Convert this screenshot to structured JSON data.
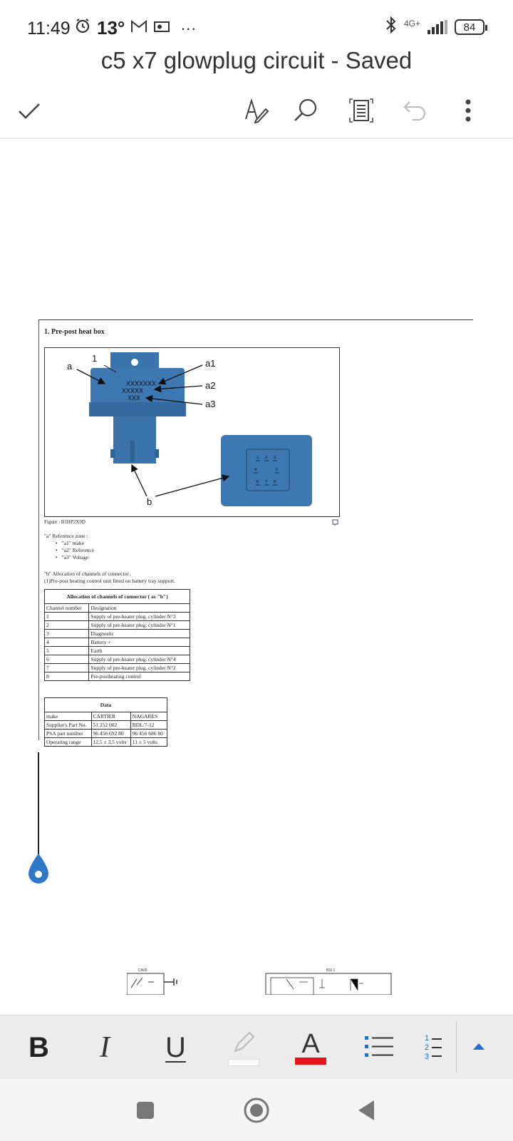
{
  "status_bar": {
    "time": "11:49",
    "temperature": "13°",
    "more": "···",
    "network": "4G+",
    "battery": "84"
  },
  "document_title": "c5 x7 glowplug circuit - Saved",
  "toolbar": {
    "icons": [
      "check-icon",
      "pen-format-icon",
      "search-icon",
      "reading-view-icon",
      "undo-icon",
      "more-options-icon"
    ]
  },
  "document": {
    "heading": "1. Pre-post heat box",
    "figure": {
      "labels": {
        "one": "1",
        "a": "a",
        "a1": "a1",
        "a2": "a2",
        "a3": "a3",
        "b": "b",
        "mark_a1": "XXXXXXX",
        "mark_a2": "XXXXX",
        "mark_a3": "XXX",
        "pins_top": [
          "1",
          "2",
          "3"
        ],
        "pin4": "4",
        "pin5": "5",
        "pins_bottom": [
          "6",
          "7",
          "8"
        ]
      },
      "caption": "Figure : B1HP2X9D"
    },
    "reference_zone": {
      "title": "\"a\" Reference zone :",
      "items": [
        "\"a1\" make",
        "\"a2\" Reference",
        "\"a3\" Voltage"
      ]
    },
    "allocation_note": {
      "line1": "\"b\" Allocation of channels of connector .",
      "line2": "(1)Pre-post heating control unit fitted on battery tray support."
    },
    "allocation_table": {
      "caption": "Allocation of channels of connector ( as \"b\")",
      "headers": [
        "Channel number",
        "Designation"
      ],
      "rows": [
        [
          "1",
          "Supply of pre-heater plug, cylinder N°3"
        ],
        [
          "2",
          "Supply of pre-heater plug, cylinder N°1"
        ],
        [
          "3",
          "Diagnostic"
        ],
        [
          "4",
          "Battery +"
        ],
        [
          "5",
          "Earth"
        ],
        [
          "6",
          "Supply of pre-heater plug, cylinder N°4"
        ],
        [
          "7",
          "Supply of pre-heater plug, cylinder N°2"
        ],
        [
          "8",
          "Pre-postheating control"
        ]
      ]
    },
    "data_table": {
      "caption": "Data",
      "rows": [
        [
          "make",
          "CARTIER",
          "NAGARES"
        ],
        [
          "Supplier's Part No.",
          "51 252 002",
          "BDL/7-12"
        ],
        [
          "PSA part number",
          "96 456 692 80",
          "96 456 686 80"
        ],
        [
          "Operating range",
          "12,5 ± 3,5 volts",
          "11 ± 5 volts"
        ]
      ]
    },
    "next_diagram_labels": [
      "CA00",
      "BSI 1"
    ]
  },
  "format_bar": {
    "bold": "B",
    "italic": "I",
    "underline": "U",
    "font_color_letter": "A",
    "numbered_list": [
      "1",
      "2",
      "3"
    ],
    "highlight_color": "#ffffff",
    "font_color": "#e8121a",
    "accent_color": "#1e6fd0"
  },
  "nav_bar": {
    "icons": [
      "recent-apps-icon",
      "home-icon",
      "back-icon"
    ]
  }
}
